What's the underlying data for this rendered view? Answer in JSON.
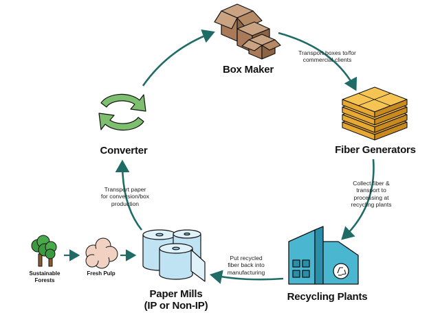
{
  "colors": {
    "arrow": "#1f6b66",
    "cardboard": "#a97a57",
    "cardboard_light": "#c9a382",
    "cardboard_dark": "#7e5638",
    "fiber": "#f3b73e",
    "fiber_dark": "#d89a26",
    "plant": "#4bb6cf",
    "plant_dark": "#2a8ea8",
    "paper": "#bfe3f3",
    "paper_dark": "#8fc6dc",
    "recycle_green": "#7dbf6e",
    "tree_green": "#3d9b3f",
    "tree_trunk": "#8a5a32",
    "pulp": "#f1d2c2",
    "outline": "#111111"
  },
  "nodes": {
    "box_maker": {
      "label": "Box Maker",
      "icon": "cardboard-boxes-icon"
    },
    "fiber_generators": {
      "label": "Fiber Generators",
      "icon": "flattened-boxes-stack-icon"
    },
    "recycling_plants": {
      "label": "Recycling Plants",
      "icon": "recycling-plant-building-icon"
    },
    "paper_mills": {
      "label_line1": "Paper Mills",
      "label_line2": "(IP or Non-IP)",
      "icon": "paper-rolls-icon"
    },
    "converter": {
      "label": "Converter",
      "icon": "recycle-arrows-icon"
    },
    "forests": {
      "label_line1": "Sustainable",
      "label_line2": "Forests",
      "icon": "trees-icon"
    },
    "pulp": {
      "label": "Fresh Pulp",
      "icon": "pulp-cloud-icon"
    }
  },
  "edges": {
    "box_to_fiber": {
      "line1": "Transport boxes to/for",
      "line2": "commercial clients"
    },
    "fiber_to_recycling": {
      "line1": "Collect fiber &",
      "line2": "transport to",
      "line3": "processing at",
      "line4": "recycling plants"
    },
    "recycling_to_mills": {
      "line1": "Put recycled",
      "line2": "fiber back into",
      "line3": "manufacturing"
    },
    "mills_to_converter": {
      "line1": "Transport paper",
      "line2": "for conversion/box",
      "line3": "production"
    }
  }
}
